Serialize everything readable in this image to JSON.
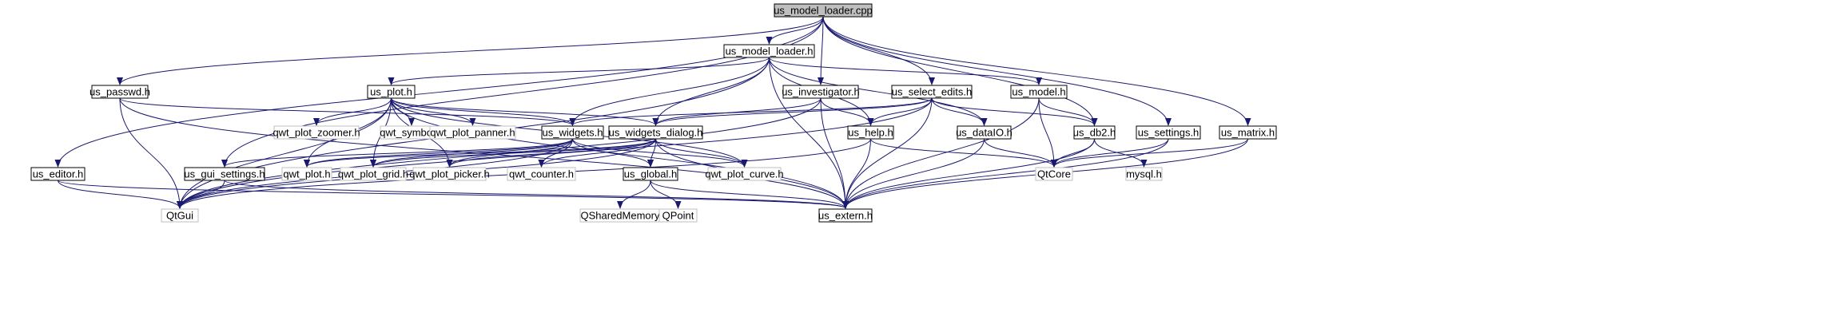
{
  "graph": {
    "colors": {
      "edge": "#191970",
      "internal_border": "#000000",
      "external_border": "#bfbfbf",
      "root_fill": "#bfbfbf",
      "node_fill": "#ffffff",
      "text": "#000000"
    },
    "nodes": [
      {
        "id": "us_model_loader_cpp",
        "label": "us_model_loader.cpp",
        "kind": "root"
      },
      {
        "id": "us_model_loader_h",
        "label": "us_model_loader.h",
        "kind": "internal"
      },
      {
        "id": "us_passwd_h",
        "label": "us_passwd.h",
        "kind": "internal"
      },
      {
        "id": "us_plot_h",
        "label": "us_plot.h",
        "kind": "internal"
      },
      {
        "id": "us_investigator_h",
        "label": "us_investigator.h",
        "kind": "internal"
      },
      {
        "id": "us_select_edits_h",
        "label": "us_select_edits.h",
        "kind": "internal"
      },
      {
        "id": "us_model_h",
        "label": "us_model.h",
        "kind": "internal"
      },
      {
        "id": "qwt_plot_zoomer_h",
        "label": "qwt_plot_zoomer.h",
        "kind": "external"
      },
      {
        "id": "qwt_symbol_h",
        "label": "qwt_symbol.h",
        "kind": "external"
      },
      {
        "id": "qwt_plot_panner_h",
        "label": "qwt_plot_panner.h",
        "kind": "external"
      },
      {
        "id": "us_widgets_h",
        "label": "us_widgets.h",
        "kind": "internal"
      },
      {
        "id": "us_widgets_dialog_h",
        "label": "us_widgets_dialog.h",
        "kind": "internal"
      },
      {
        "id": "us_help_h",
        "label": "us_help.h",
        "kind": "internal"
      },
      {
        "id": "us_dataIO_h",
        "label": "us_dataIO.h",
        "kind": "internal"
      },
      {
        "id": "us_db2_h",
        "label": "us_db2.h",
        "kind": "internal"
      },
      {
        "id": "us_settings_h",
        "label": "us_settings.h",
        "kind": "internal"
      },
      {
        "id": "us_matrix_h",
        "label": "us_matrix.h",
        "kind": "internal"
      },
      {
        "id": "us_editor_h",
        "label": "us_editor.h",
        "kind": "internal"
      },
      {
        "id": "us_gui_settings_h",
        "label": "us_gui_settings.h",
        "kind": "internal"
      },
      {
        "id": "qwt_plot_h",
        "label": "qwt_plot.h",
        "kind": "external"
      },
      {
        "id": "qwt_plot_grid_h",
        "label": "qwt_plot_grid.h",
        "kind": "external"
      },
      {
        "id": "qwt_plot_picker_h",
        "label": "qwt_plot_picker.h",
        "kind": "external"
      },
      {
        "id": "qwt_counter_h",
        "label": "qwt_counter.h",
        "kind": "external"
      },
      {
        "id": "us_global_h",
        "label": "us_global.h",
        "kind": "internal"
      },
      {
        "id": "qwt_plot_curve_h",
        "label": "qwt_plot_curve.h",
        "kind": "external"
      },
      {
        "id": "QtCore",
        "label": "QtCore",
        "kind": "external"
      },
      {
        "id": "mysql_h",
        "label": "mysql.h",
        "kind": "external"
      },
      {
        "id": "QtGui",
        "label": "QtGui",
        "kind": "external"
      },
      {
        "id": "us_extern_h",
        "label": "us_extern.h",
        "kind": "internal"
      },
      {
        "id": "QSharedMemory",
        "label": "QSharedMemory",
        "kind": "external"
      },
      {
        "id": "QPoint",
        "label": "QPoint",
        "kind": "external"
      }
    ],
    "edges": [
      [
        "us_model_loader_cpp",
        "us_model_loader_h"
      ],
      [
        "us_model_loader_cpp",
        "us_passwd_h"
      ],
      [
        "us_model_loader_cpp",
        "us_investigator_h"
      ],
      [
        "us_model_loader_cpp",
        "us_select_edits_h"
      ],
      [
        "us_model_loader_cpp",
        "us_db2_h"
      ],
      [
        "us_model_loader_cpp",
        "us_settings_h"
      ],
      [
        "us_model_loader_cpp",
        "us_matrix_h"
      ],
      [
        "us_model_loader_cpp",
        "us_editor_h"
      ],
      [
        "us_model_loader_cpp",
        "us_gui_settings_h"
      ],
      [
        "us_model_loader_h",
        "QtGui"
      ],
      [
        "us_model_loader_h",
        "us_plot_h"
      ],
      [
        "us_model_loader_h",
        "us_widgets_h"
      ],
      [
        "us_model_loader_h",
        "us_widgets_dialog_h"
      ],
      [
        "us_model_loader_h",
        "us_help_h"
      ],
      [
        "us_model_loader_h",
        "us_dataIO_h"
      ],
      [
        "us_model_loader_h",
        "us_model_h"
      ],
      [
        "us_model_loader_h",
        "us_extern_h"
      ],
      [
        "us_passwd_h",
        "QtGui"
      ],
      [
        "us_passwd_h",
        "us_widgets_h"
      ],
      [
        "us_passwd_h",
        "us_extern_h"
      ],
      [
        "us_plot_h",
        "qwt_plot_zoomer_h"
      ],
      [
        "us_plot_h",
        "qwt_symbol_h"
      ],
      [
        "us_plot_h",
        "qwt_plot_panner_h"
      ],
      [
        "us_plot_h",
        "us_widgets_h"
      ],
      [
        "us_plot_h",
        "us_widgets_dialog_h"
      ],
      [
        "us_plot_h",
        "QtGui"
      ],
      [
        "us_plot_h",
        "qwt_plot_h"
      ],
      [
        "us_plot_h",
        "qwt_plot_grid_h"
      ],
      [
        "us_plot_h",
        "qwt_plot_picker_h"
      ],
      [
        "us_plot_h",
        "qwt_plot_curve_h"
      ],
      [
        "us_plot_h",
        "us_extern_h"
      ],
      [
        "us_investigator_h",
        "us_widgets_dialog_h"
      ],
      [
        "us_investigator_h",
        "us_help_h"
      ],
      [
        "us_investigator_h",
        "QtGui"
      ],
      [
        "us_investigator_h",
        "us_extern_h"
      ],
      [
        "us_select_edits_h",
        "us_widgets_h"
      ],
      [
        "us_select_edits_h",
        "us_widgets_dialog_h"
      ],
      [
        "us_select_edits_h",
        "us_help_h"
      ],
      [
        "us_select_edits_h",
        "us_dataIO_h"
      ],
      [
        "us_select_edits_h",
        "us_db2_h"
      ],
      [
        "us_select_edits_h",
        "QtGui"
      ],
      [
        "us_select_edits_h",
        "us_extern_h"
      ],
      [
        "us_model_h",
        "us_db2_h"
      ],
      [
        "us_model_h",
        "QtCore"
      ],
      [
        "us_model_h",
        "us_extern_h"
      ],
      [
        "us_widgets_h",
        "QtGui"
      ],
      [
        "us_widgets_h",
        "us_gui_settings_h"
      ],
      [
        "us_widgets_h",
        "qwt_plot_h"
      ],
      [
        "us_widgets_h",
        "qwt_plot_grid_h"
      ],
      [
        "us_widgets_h",
        "qwt_plot_picker_h"
      ],
      [
        "us_widgets_h",
        "qwt_counter_h"
      ],
      [
        "us_widgets_h",
        "us_global_h"
      ],
      [
        "us_widgets_h",
        "qwt_plot_curve_h"
      ],
      [
        "us_widgets_dialog_h",
        "qwt_plot_h"
      ],
      [
        "us_widgets_dialog_h",
        "qwt_plot_grid_h"
      ],
      [
        "us_widgets_dialog_h",
        "qwt_plot_picker_h"
      ],
      [
        "us_widgets_dialog_h",
        "qwt_counter_h"
      ],
      [
        "us_widgets_dialog_h",
        "us_global_h"
      ],
      [
        "us_widgets_dialog_h",
        "qwt_plot_curve_h"
      ],
      [
        "us_widgets_dialog_h",
        "QtGui"
      ],
      [
        "us_widgets_dialog_h",
        "us_extern_h"
      ],
      [
        "us_help_h",
        "QtCore"
      ],
      [
        "us_help_h",
        "QtGui"
      ],
      [
        "us_help_h",
        "us_extern_h"
      ],
      [
        "us_dataIO_h",
        "QtCore"
      ],
      [
        "us_dataIO_h",
        "us_extern_h"
      ],
      [
        "us_db2_h",
        "QtCore"
      ],
      [
        "us_db2_h",
        "mysql_h"
      ],
      [
        "us_db2_h",
        "us_extern_h"
      ],
      [
        "us_settings_h",
        "QtCore"
      ],
      [
        "us_settings_h",
        "us_extern_h"
      ],
      [
        "us_matrix_h",
        "QtCore"
      ],
      [
        "us_matrix_h",
        "us_extern_h"
      ],
      [
        "us_editor_h",
        "QtGui"
      ],
      [
        "us_editor_h",
        "us_extern_h"
      ],
      [
        "us_gui_settings_h",
        "QtGui"
      ],
      [
        "us_gui_settings_h",
        "us_extern_h"
      ],
      [
        "us_global_h",
        "QSharedMemory"
      ],
      [
        "us_global_h",
        "QPoint"
      ],
      [
        "us_global_h",
        "us_extern_h"
      ]
    ]
  }
}
